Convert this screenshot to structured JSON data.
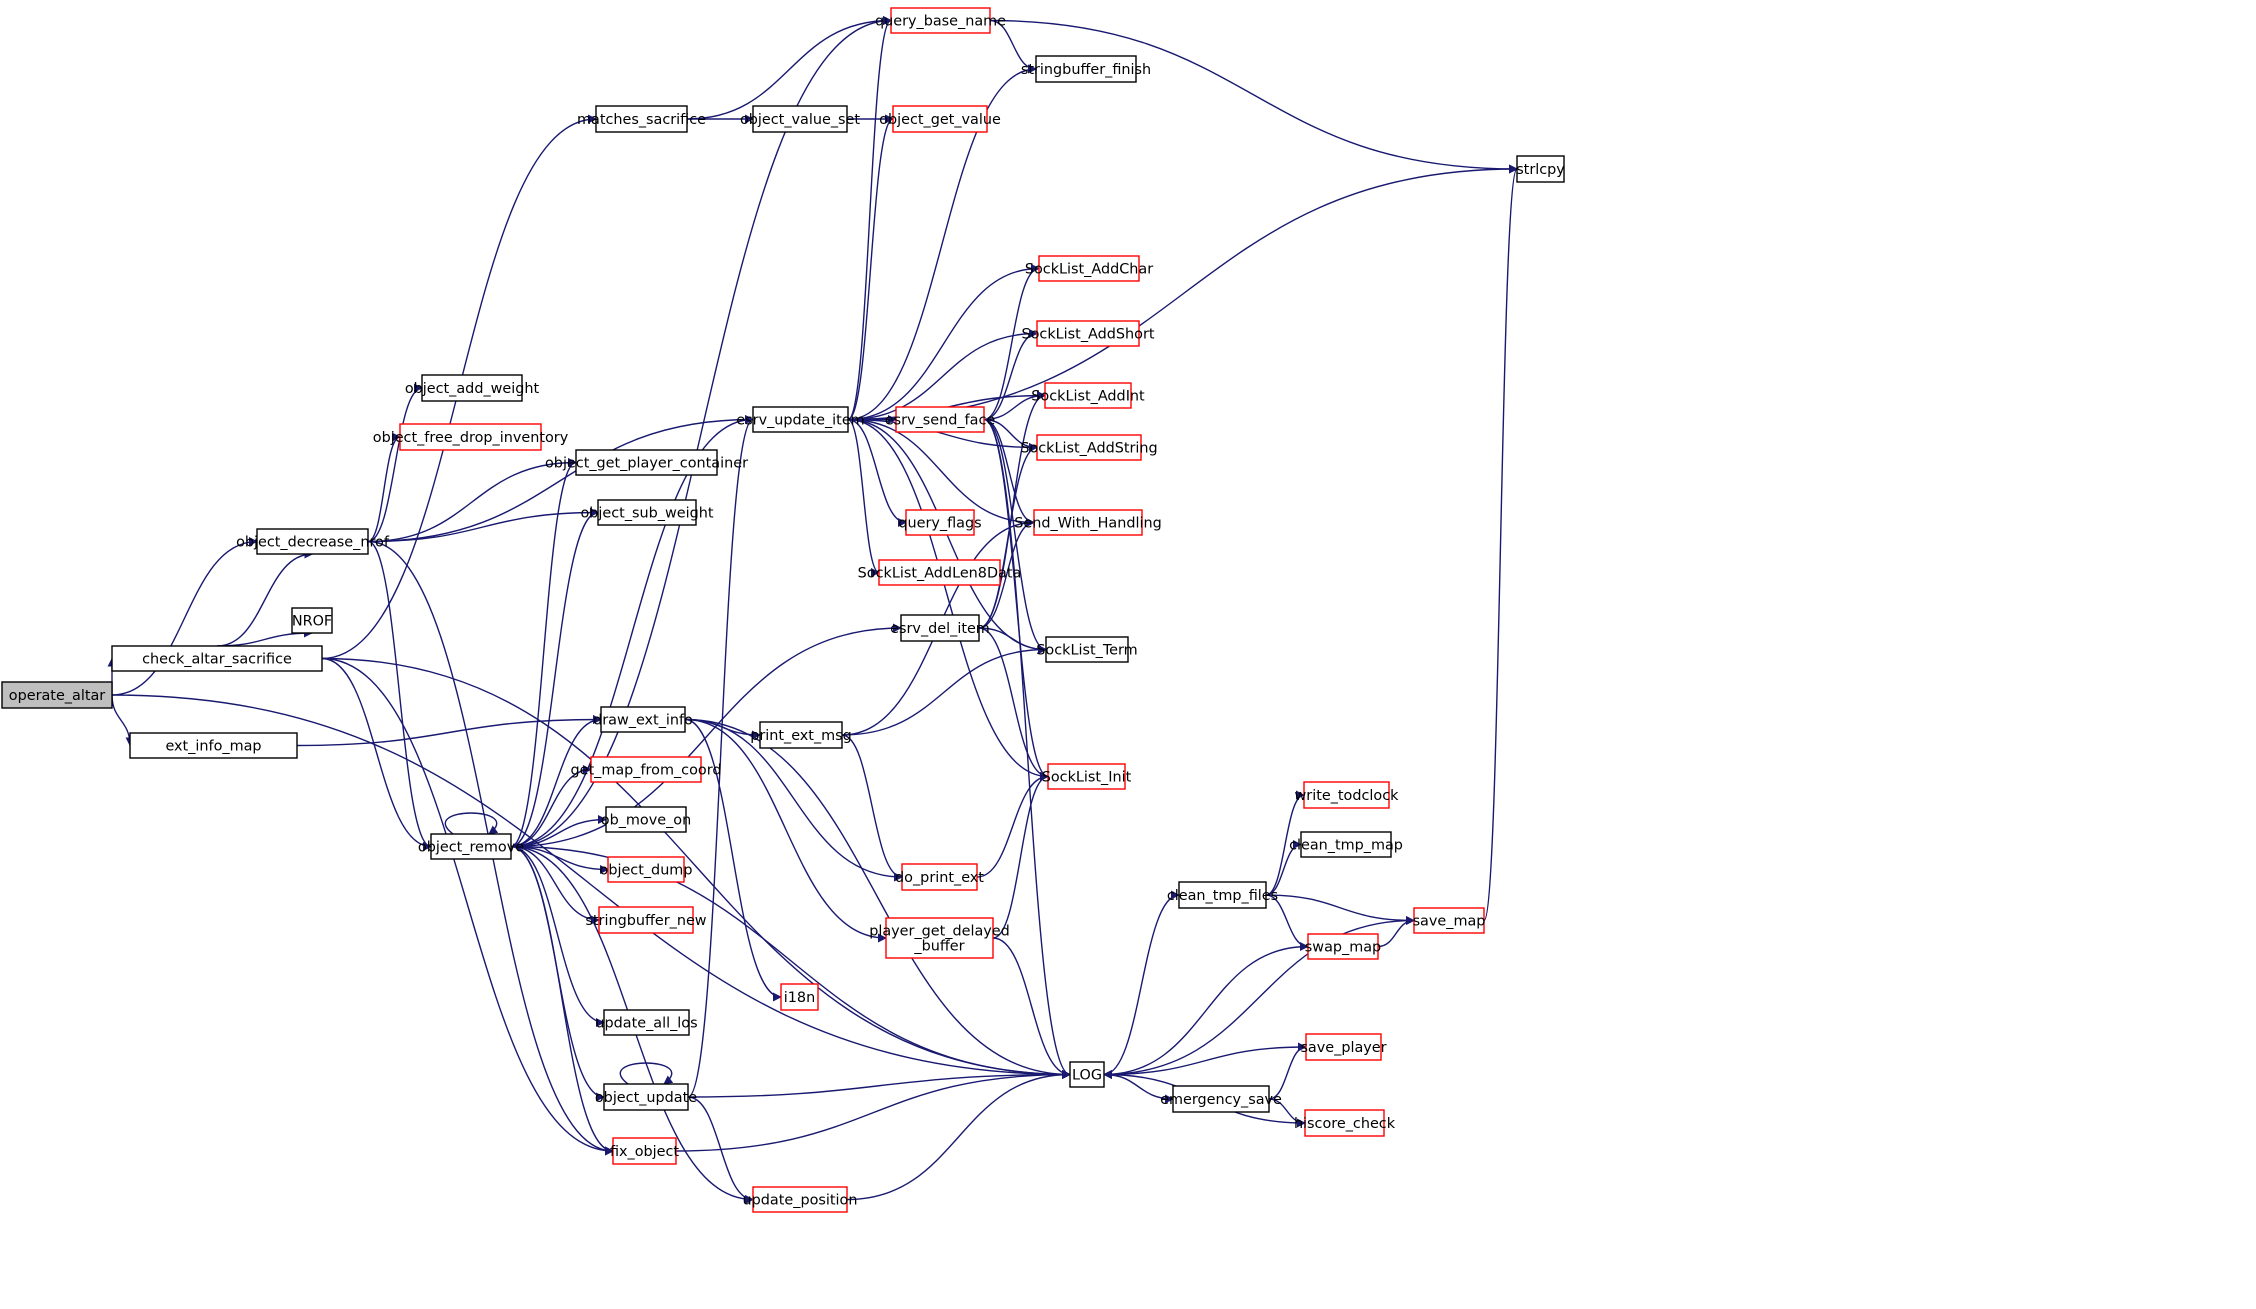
{
  "colors": {
    "edge": "#191970",
    "border_normal": "#000000",
    "border_truncated": "#ff0000",
    "root_fill": "#bfbfbf",
    "node_fill": "#ffffff",
    "background": "#ffffff"
  },
  "nodes": [
    {
      "id": "operate_altar",
      "label": "operate_altar",
      "kind": "root"
    },
    {
      "id": "check_altar_sacrifice",
      "label": "check_altar_sacrifice",
      "kind": "normal"
    },
    {
      "id": "ext_info_map",
      "label": "ext_info_map",
      "kind": "normal"
    },
    {
      "id": "matches_sacrifice",
      "label": "matches_sacrifice",
      "kind": "normal"
    },
    {
      "id": "object_value_set",
      "label": "object_value_set",
      "kind": "normal"
    },
    {
      "id": "object_get_value",
      "label": "object_get_value",
      "kind": "truncated"
    },
    {
      "id": "query_base_name",
      "label": "query_base_name",
      "kind": "truncated"
    },
    {
      "id": "stringbuffer_finish",
      "label": "stringbuffer_finish",
      "kind": "normal"
    },
    {
      "id": "strlcpy",
      "label": "strlcpy",
      "kind": "normal"
    },
    {
      "id": "object_add_weight",
      "label": "object_add_weight",
      "kind": "normal"
    },
    {
      "id": "object_free_drop_inventory",
      "label": "object_free_drop_inventory",
      "kind": "truncated"
    },
    {
      "id": "object_get_player_container",
      "label": "object_get_player_container",
      "kind": "normal"
    },
    {
      "id": "object_sub_weight",
      "label": "object_sub_weight",
      "kind": "normal"
    },
    {
      "id": "object_decrease_nrof",
      "label": "object_decrease_nrof",
      "kind": "normal"
    },
    {
      "id": "NROF",
      "label": "NROF",
      "kind": "normal"
    },
    {
      "id": "esrv_update_item",
      "label": "esrv_update_item",
      "kind": "normal"
    },
    {
      "id": "SockList_AddChar",
      "label": "SockList_AddChar",
      "kind": "truncated"
    },
    {
      "id": "SockList_AddShort",
      "label": "SockList_AddShort",
      "kind": "truncated"
    },
    {
      "id": "SockList_AddInt",
      "label": "SockList_AddInt",
      "kind": "truncated"
    },
    {
      "id": "SockList_AddString",
      "label": "SockList_AddString",
      "kind": "truncated"
    },
    {
      "id": "esrv_send_face",
      "label": "esrv_send_face",
      "kind": "truncated"
    },
    {
      "id": "query_flags",
      "label": "query_flags",
      "kind": "truncated"
    },
    {
      "id": "Send_With_Handling",
      "label": "Send_With_Handling",
      "kind": "truncated"
    },
    {
      "id": "SockList_AddLen8Data",
      "label": "SockList_AddLen8Data",
      "kind": "truncated"
    },
    {
      "id": "esrv_del_item",
      "label": "esrv_del_item",
      "kind": "normal"
    },
    {
      "id": "SockList_Term",
      "label": "SockList_Term",
      "kind": "normal"
    },
    {
      "id": "draw_ext_info",
      "label": "draw_ext_info",
      "kind": "normal"
    },
    {
      "id": "print_ext_msg",
      "label": "print_ext_msg",
      "kind": "normal"
    },
    {
      "id": "SockList_Init",
      "label": "SockList_Init",
      "kind": "truncated"
    },
    {
      "id": "get_map_from_coord",
      "label": "get_map_from_coord",
      "kind": "truncated"
    },
    {
      "id": "object_remove",
      "label": "object_remove",
      "kind": "normal"
    },
    {
      "id": "ob_move_on",
      "label": "ob_move_on",
      "kind": "normal"
    },
    {
      "id": "object_dump",
      "label": "object_dump",
      "kind": "truncated"
    },
    {
      "id": "stringbuffer_new",
      "label": "stringbuffer_new",
      "kind": "truncated"
    },
    {
      "id": "do_print_ext",
      "label": "do_print_ext",
      "kind": "truncated"
    },
    {
      "id": "player_get_delayed_buffer",
      "label": "player_get_delayed\n_buffer",
      "kind": "truncated"
    },
    {
      "id": "i18n",
      "label": "i18n",
      "kind": "truncated"
    },
    {
      "id": "update_all_los",
      "label": "update_all_los",
      "kind": "normal"
    },
    {
      "id": "object_update",
      "label": "object_update",
      "kind": "normal"
    },
    {
      "id": "fix_object",
      "label": "fix_object",
      "kind": "truncated"
    },
    {
      "id": "update_position",
      "label": "update_position",
      "kind": "truncated"
    },
    {
      "id": "LOG",
      "label": "LOG",
      "kind": "normal"
    },
    {
      "id": "clean_tmp_files",
      "label": "clean_tmp_files",
      "kind": "normal"
    },
    {
      "id": "write_todclock",
      "label": "write_todclock",
      "kind": "truncated"
    },
    {
      "id": "clean_tmp_map",
      "label": "clean_tmp_map",
      "kind": "normal"
    },
    {
      "id": "save_map",
      "label": "save_map",
      "kind": "truncated"
    },
    {
      "id": "swap_map",
      "label": "swap_map",
      "kind": "truncated"
    },
    {
      "id": "emergency_save",
      "label": "emergency_save",
      "kind": "normal"
    },
    {
      "id": "save_player",
      "label": "save_player",
      "kind": "truncated"
    },
    {
      "id": "hiscore_check",
      "label": "hiscore_check",
      "kind": "truncated"
    }
  ],
  "edges": [
    {
      "from": "operate_altar",
      "to": "object_decrease_nrof"
    },
    {
      "from": "operate_altar",
      "to": "check_altar_sacrifice"
    },
    {
      "from": "operate_altar",
      "to": "ext_info_map"
    },
    {
      "from": "operate_altar",
      "to": "LOG"
    },
    {
      "from": "check_altar_sacrifice",
      "to": "matches_sacrifice"
    },
    {
      "from": "check_altar_sacrifice",
      "to": "object_decrease_nrof"
    },
    {
      "from": "check_altar_sacrifice",
      "to": "NROF"
    },
    {
      "from": "check_altar_sacrifice",
      "to": "object_remove"
    },
    {
      "from": "check_altar_sacrifice",
      "to": "fix_object"
    },
    {
      "from": "check_altar_sacrifice",
      "to": "LOG"
    },
    {
      "from": "ext_info_map",
      "to": "draw_ext_info"
    },
    {
      "from": "matches_sacrifice",
      "to": "query_base_name"
    },
    {
      "from": "matches_sacrifice",
      "to": "object_value_set"
    },
    {
      "from": "object_value_set",
      "to": "object_get_value"
    },
    {
      "from": "query_base_name",
      "to": "stringbuffer_finish"
    },
    {
      "from": "query_base_name",
      "to": "strlcpy"
    },
    {
      "from": "object_decrease_nrof",
      "to": "object_add_weight"
    },
    {
      "from": "object_decrease_nrof",
      "to": "object_free_drop_inventory"
    },
    {
      "from": "object_decrease_nrof",
      "to": "object_get_player_container"
    },
    {
      "from": "object_decrease_nrof",
      "to": "object_sub_weight"
    },
    {
      "from": "object_decrease_nrof",
      "to": "esrv_update_item"
    },
    {
      "from": "object_decrease_nrof",
      "to": "object_remove"
    },
    {
      "from": "object_decrease_nrof",
      "to": "fix_object"
    },
    {
      "from": "esrv_update_item",
      "to": "query_base_name"
    },
    {
      "from": "esrv_update_item",
      "to": "stringbuffer_finish"
    },
    {
      "from": "esrv_update_item",
      "to": "object_get_value"
    },
    {
      "from": "esrv_update_item",
      "to": "strlcpy"
    },
    {
      "from": "esrv_update_item",
      "to": "SockList_AddChar"
    },
    {
      "from": "esrv_update_item",
      "to": "SockList_AddShort"
    },
    {
      "from": "esrv_update_item",
      "to": "SockList_AddInt"
    },
    {
      "from": "esrv_update_item",
      "to": "SockList_AddString"
    },
    {
      "from": "esrv_update_item",
      "to": "esrv_send_face"
    },
    {
      "from": "esrv_update_item",
      "to": "query_flags"
    },
    {
      "from": "esrv_update_item",
      "to": "SockList_AddLen8Data"
    },
    {
      "from": "esrv_update_item",
      "to": "Send_With_Handling"
    },
    {
      "from": "esrv_update_item",
      "to": "SockList_Term"
    },
    {
      "from": "esrv_update_item",
      "to": "SockList_Init"
    },
    {
      "from": "esrv_send_face",
      "to": "SockList_AddChar"
    },
    {
      "from": "esrv_send_face",
      "to": "SockList_AddShort"
    },
    {
      "from": "esrv_send_face",
      "to": "SockList_AddInt"
    },
    {
      "from": "esrv_send_face",
      "to": "SockList_AddString"
    },
    {
      "from": "esrv_send_face",
      "to": "Send_With_Handling"
    },
    {
      "from": "esrv_send_face",
      "to": "SockList_Term"
    },
    {
      "from": "esrv_send_face",
      "to": "SockList_Init"
    },
    {
      "from": "esrv_send_face",
      "to": "LOG"
    },
    {
      "from": "esrv_del_item",
      "to": "SockList_AddInt"
    },
    {
      "from": "esrv_del_item",
      "to": "Send_With_Handling"
    },
    {
      "from": "esrv_del_item",
      "to": "SockList_Term"
    },
    {
      "from": "esrv_del_item",
      "to": "SockList_Init"
    },
    {
      "from": "esrv_del_item",
      "to": "SockList_AddString"
    },
    {
      "from": "object_remove",
      "to": "object_remove"
    },
    {
      "from": "object_remove",
      "to": "object_get_player_container"
    },
    {
      "from": "object_remove",
      "to": "object_sub_weight"
    },
    {
      "from": "object_remove",
      "to": "esrv_update_item"
    },
    {
      "from": "object_remove",
      "to": "esrv_del_item"
    },
    {
      "from": "object_remove",
      "to": "query_base_name"
    },
    {
      "from": "object_remove",
      "to": "draw_ext_info"
    },
    {
      "from": "object_remove",
      "to": "get_map_from_coord"
    },
    {
      "from": "object_remove",
      "to": "ob_move_on"
    },
    {
      "from": "object_remove",
      "to": "object_dump"
    },
    {
      "from": "object_remove",
      "to": "stringbuffer_new"
    },
    {
      "from": "object_remove",
      "to": "update_all_los"
    },
    {
      "from": "object_remove",
      "to": "object_update"
    },
    {
      "from": "object_remove",
      "to": "fix_object"
    },
    {
      "from": "object_remove",
      "to": "update_position"
    },
    {
      "from": "object_remove",
      "to": "LOG"
    },
    {
      "from": "draw_ext_info",
      "to": "print_ext_msg"
    },
    {
      "from": "draw_ext_info",
      "to": "do_print_ext"
    },
    {
      "from": "draw_ext_info",
      "to": "player_get_delayed_buffer"
    },
    {
      "from": "draw_ext_info",
      "to": "i18n"
    },
    {
      "from": "draw_ext_info",
      "to": "LOG"
    },
    {
      "from": "print_ext_msg",
      "to": "Send_With_Handling"
    },
    {
      "from": "print_ext_msg",
      "to": "SockList_Term"
    },
    {
      "from": "print_ext_msg",
      "to": "do_print_ext"
    },
    {
      "from": "do_print_ext",
      "to": "SockList_Init"
    },
    {
      "from": "player_get_delayed_buffer",
      "to": "SockList_Init"
    },
    {
      "from": "player_get_delayed_buffer",
      "to": "LOG"
    },
    {
      "from": "object_update",
      "to": "object_update"
    },
    {
      "from": "object_update",
      "to": "esrv_update_item"
    },
    {
      "from": "object_update",
      "to": "LOG"
    },
    {
      "from": "object_update",
      "to": "update_position"
    },
    {
      "from": "fix_object",
      "to": "LOG"
    },
    {
      "from": "update_position",
      "to": "LOG"
    },
    {
      "from": "LOG",
      "to": "clean_tmp_files"
    },
    {
      "from": "LOG",
      "to": "emergency_save"
    },
    {
      "from": "clean_tmp_files",
      "to": "write_todclock"
    },
    {
      "from": "clean_tmp_files",
      "to": "clean_tmp_map"
    },
    {
      "from": "clean_tmp_files",
      "to": "save_map"
    },
    {
      "from": "clean_tmp_files",
      "to": "swap_map"
    },
    {
      "from": "swap_map",
      "to": "LOG"
    },
    {
      "from": "swap_map",
      "to": "save_map"
    },
    {
      "from": "save_map",
      "to": "strlcpy"
    },
    {
      "from": "save_map",
      "to": "LOG"
    },
    {
      "from": "emergency_save",
      "to": "save_player"
    },
    {
      "from": "emergency_save",
      "to": "hiscore_check"
    },
    {
      "from": "save_player",
      "to": "LOG"
    },
    {
      "from": "hiscore_check",
      "to": "LOG"
    }
  ]
}
